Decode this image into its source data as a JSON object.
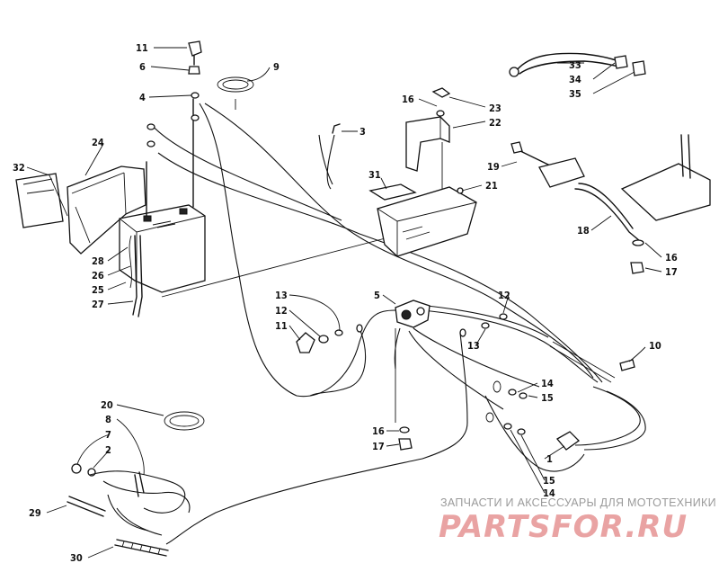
{
  "diagram": {
    "callouts": [
      {
        "id": "c11a",
        "text": "11"
      },
      {
        "id": "c6",
        "text": "6"
      },
      {
        "id": "c9",
        "text": "9"
      },
      {
        "id": "c4",
        "text": "4"
      },
      {
        "id": "c3",
        "text": "3"
      },
      {
        "id": "c24",
        "text": "24"
      },
      {
        "id": "c32",
        "text": "32"
      },
      {
        "id": "c28",
        "text": "28"
      },
      {
        "id": "c26",
        "text": "26"
      },
      {
        "id": "c25",
        "text": "25"
      },
      {
        "id": "c27",
        "text": "27"
      },
      {
        "id": "c16a",
        "text": "16"
      },
      {
        "id": "c23",
        "text": "23"
      },
      {
        "id": "c22",
        "text": "22"
      },
      {
        "id": "c31",
        "text": "31"
      },
      {
        "id": "c21",
        "text": "21"
      },
      {
        "id": "c33",
        "text": "33"
      },
      {
        "id": "c34",
        "text": "34"
      },
      {
        "id": "c35",
        "text": "35"
      },
      {
        "id": "c19",
        "text": "19"
      },
      {
        "id": "c18",
        "text": "18"
      },
      {
        "id": "c16b",
        "text": "16"
      },
      {
        "id": "c17a",
        "text": "17"
      },
      {
        "id": "c13a",
        "text": "13"
      },
      {
        "id": "c12a",
        "text": "12"
      },
      {
        "id": "c11b",
        "text": "11"
      },
      {
        "id": "c5",
        "text": "5"
      },
      {
        "id": "c12b",
        "text": "12"
      },
      {
        "id": "c13b",
        "text": "13"
      },
      {
        "id": "c10",
        "text": "10"
      },
      {
        "id": "c14a",
        "text": "14"
      },
      {
        "id": "c15a",
        "text": "15"
      },
      {
        "id": "c16c",
        "text": "16"
      },
      {
        "id": "c17b",
        "text": "17"
      },
      {
        "id": "c1",
        "text": "1"
      },
      {
        "id": "c15b",
        "text": "15"
      },
      {
        "id": "c14b",
        "text": "14"
      },
      {
        "id": "c20",
        "text": "20"
      },
      {
        "id": "c8",
        "text": "8"
      },
      {
        "id": "c7",
        "text": "7"
      },
      {
        "id": "c2",
        "text": "2"
      },
      {
        "id": "c29",
        "text": "29"
      },
      {
        "id": "c30",
        "text": "30"
      }
    ]
  },
  "watermark": {
    "tagline": "ЗАПЧАСТИ И АКСЕССУАРЫ ДЛЯ МОТОТЕХНИКИ",
    "logo": "PARTSFOR.RU"
  }
}
